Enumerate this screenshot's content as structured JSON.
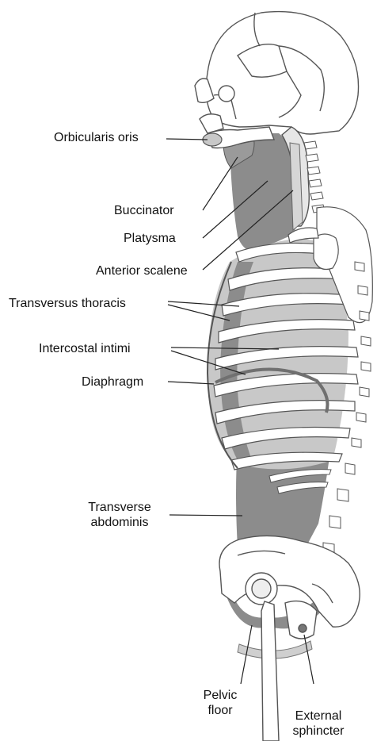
{
  "diagram": {
    "labels": {
      "orbicularis_oris": "Orbicularis oris",
      "buccinator": "Buccinator",
      "platysma": "Platysma",
      "anterior_scalene": "Anterior scalene",
      "transversus_thoracis": "Transversus thoracis",
      "intercostal_intimi": "Intercostal intimi",
      "diaphragm": "Diaphragm",
      "transverse_abdominis_1": "Transverse",
      "transverse_abdominis_2": "abdominis",
      "pelvic_floor_1": "Pelvic",
      "pelvic_floor_2": "floor",
      "external_sphincter_1": "External",
      "external_sphincter_2": "sphincter"
    },
    "colors": {
      "muscle_dark": "#8c8c8c",
      "muscle_light": "#c8c8c8",
      "bone": "#ffffff",
      "outline": "#555555",
      "leader": "#222222"
    }
  }
}
